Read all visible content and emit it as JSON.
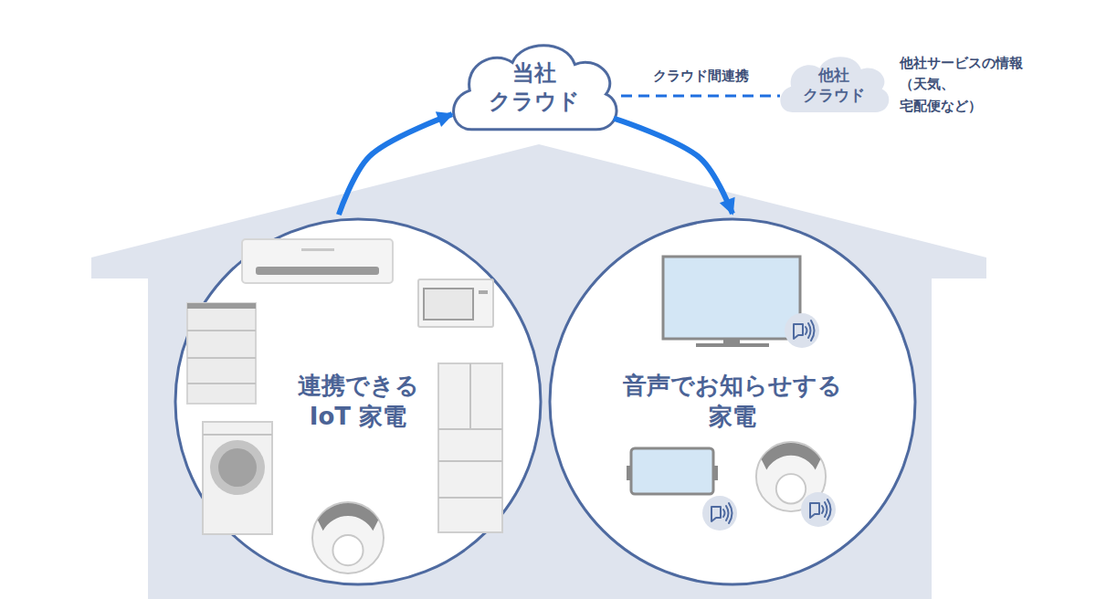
{
  "diagram": {
    "nodes": [
      {
        "text": [
          "当社 クラウド"
        ]
      },
      {
        "text": [
          "他社 クラウド"
        ]
      },
      {
        "text": [
          "連携できる IoT 家電"
        ]
      },
      {
        "text": [
          "音声でお知らせする 家電"
        ]
      }
    ],
    "edges": [
      {
        "from": 2,
        "to": 0,
        "arrow": "to"
      },
      {
        "from": 0,
        "to": 3,
        "arrow": "to"
      },
      {
        "from": 0,
        "to": 1,
        "label": "クラウド間連携",
        "arrow": "none"
      }
    ],
    "labels": [
      "他社サービスの情報 （天気、宅配便など）"
    ]
  }
}
